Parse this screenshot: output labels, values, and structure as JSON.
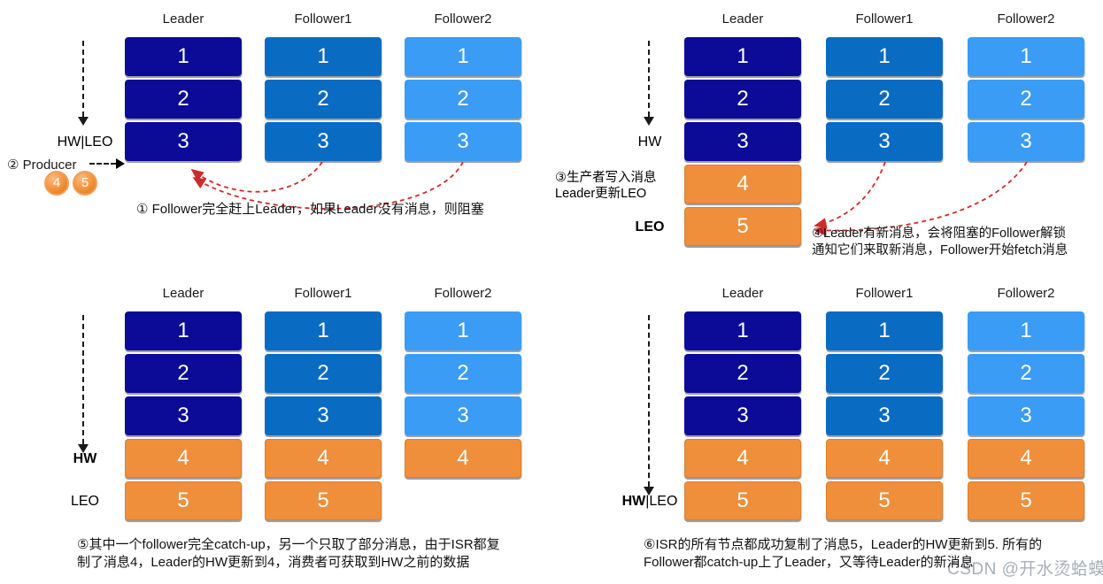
{
  "colors": {
    "leader_block": "#0b0b97",
    "follower1_block": "#0a6bc2",
    "follower2_block": "#3a9cf5",
    "new_message_block": "#ef8f3c",
    "fetch_arrow": "#cf2b2b"
  },
  "panels": [
    {
      "id": "step1",
      "quadrant": "top-left",
      "columns": [
        {
          "name": "Leader",
          "blocks": [
            {
              "label": "1",
              "theme": "leader"
            },
            {
              "label": "2",
              "theme": "leader"
            },
            {
              "label": "3",
              "theme": "leader"
            }
          ]
        },
        {
          "name": "Follower1",
          "blocks": [
            {
              "label": "1",
              "theme": "follower1"
            },
            {
              "label": "2",
              "theme": "follower1"
            },
            {
              "label": "3",
              "theme": "follower1"
            }
          ]
        },
        {
          "name": "Follower2",
          "blocks": [
            {
              "label": "1",
              "theme": "follower2"
            },
            {
              "label": "2",
              "theme": "follower2"
            },
            {
              "label": "3",
              "theme": "follower2"
            }
          ]
        }
      ],
      "offset_markers": [
        {
          "bold": "",
          "text": "HW|LEO",
          "at_row": 3
        }
      ],
      "producer": {
        "label": "② Producer",
        "pending_messages": [
          "4",
          "5"
        ]
      },
      "caption_lines": [
        "① Follower完全赶上Leader，如果Leader没有消息，则阻塞"
      ]
    },
    {
      "id": "step2",
      "quadrant": "top-right",
      "columns": [
        {
          "name": "Leader",
          "blocks": [
            {
              "label": "1",
              "theme": "leader"
            },
            {
              "label": "2",
              "theme": "leader"
            },
            {
              "label": "3",
              "theme": "leader"
            },
            {
              "label": "4",
              "theme": "new"
            },
            {
              "label": "5",
              "theme": "new"
            }
          ]
        },
        {
          "name": "Follower1",
          "blocks": [
            {
              "label": "1",
              "theme": "follower1"
            },
            {
              "label": "2",
              "theme": "follower1"
            },
            {
              "label": "3",
              "theme": "follower1"
            }
          ]
        },
        {
          "name": "Follower2",
          "blocks": [
            {
              "label": "1",
              "theme": "follower2"
            },
            {
              "label": "2",
              "theme": "follower2"
            },
            {
              "label": "3",
              "theme": "follower2"
            }
          ]
        }
      ],
      "offset_markers": [
        {
          "bold": "",
          "text": "HW",
          "at_row": 3
        },
        {
          "bold": "LEO",
          "text": "",
          "at_row": 5
        }
      ],
      "side_note_lines": [
        "③生产者写入消息",
        "Leader更新LEO"
      ],
      "caption_lines": [
        "④Leader有新消息，会将阻塞的Follower解锁",
        "通知它们来取新消息，Follower开始fetch消息"
      ]
    },
    {
      "id": "step3",
      "quadrant": "bottom-left",
      "columns": [
        {
          "name": "Leader",
          "blocks": [
            {
              "label": "1",
              "theme": "leader"
            },
            {
              "label": "2",
              "theme": "leader"
            },
            {
              "label": "3",
              "theme": "leader"
            },
            {
              "label": "4",
              "theme": "new"
            },
            {
              "label": "5",
              "theme": "new"
            }
          ]
        },
        {
          "name": "Follower1",
          "blocks": [
            {
              "label": "1",
              "theme": "follower1"
            },
            {
              "label": "2",
              "theme": "follower1"
            },
            {
              "label": "3",
              "theme": "follower1"
            },
            {
              "label": "4",
              "theme": "new"
            },
            {
              "label": "5",
              "theme": "new"
            }
          ]
        },
        {
          "name": "Follower2",
          "blocks": [
            {
              "label": "1",
              "theme": "follower2"
            },
            {
              "label": "2",
              "theme": "follower2"
            },
            {
              "label": "3",
              "theme": "follower2"
            },
            {
              "label": "4",
              "theme": "new"
            }
          ]
        }
      ],
      "offset_markers": [
        {
          "bold": "HW",
          "text": "",
          "at_row": 4
        },
        {
          "bold": "",
          "text": "LEO",
          "at_row": 5
        }
      ],
      "caption_lines": [
        "⑤其中一个follower完全catch-up，另一个只取了部分消息，由于ISR都复",
        "制了消息4，Leader的HW更新到4，消费者可获取到HW之前的数据"
      ]
    },
    {
      "id": "step4",
      "quadrant": "bottom-right",
      "columns": [
        {
          "name": "Leader",
          "blocks": [
            {
              "label": "1",
              "theme": "leader"
            },
            {
              "label": "2",
              "theme": "leader"
            },
            {
              "label": "3",
              "theme": "leader"
            },
            {
              "label": "4",
              "theme": "new"
            },
            {
              "label": "5",
              "theme": "new"
            }
          ]
        },
        {
          "name": "Follower1",
          "blocks": [
            {
              "label": "1",
              "theme": "follower1"
            },
            {
              "label": "2",
              "theme": "follower1"
            },
            {
              "label": "3",
              "theme": "follower1"
            },
            {
              "label": "4",
              "theme": "new"
            },
            {
              "label": "5",
              "theme": "new"
            }
          ]
        },
        {
          "name": "Follower2",
          "blocks": [
            {
              "label": "1",
              "theme": "follower2"
            },
            {
              "label": "2",
              "theme": "follower2"
            },
            {
              "label": "3",
              "theme": "follower2"
            },
            {
              "label": "4",
              "theme": "new"
            },
            {
              "label": "5",
              "theme": "new"
            }
          ]
        }
      ],
      "offset_markers": [
        {
          "bold": "HW",
          "text": "|LEO",
          "at_row": 5
        }
      ],
      "caption_lines": [
        "⑥ISR的所有节点都成功复制了消息5，Leader的HW更新到5. 所有的",
        "Follower都catch-up上了Leader，又等待Leader的新消息"
      ]
    }
  ],
  "watermark": "CSDN @开水烫蛤蟆"
}
